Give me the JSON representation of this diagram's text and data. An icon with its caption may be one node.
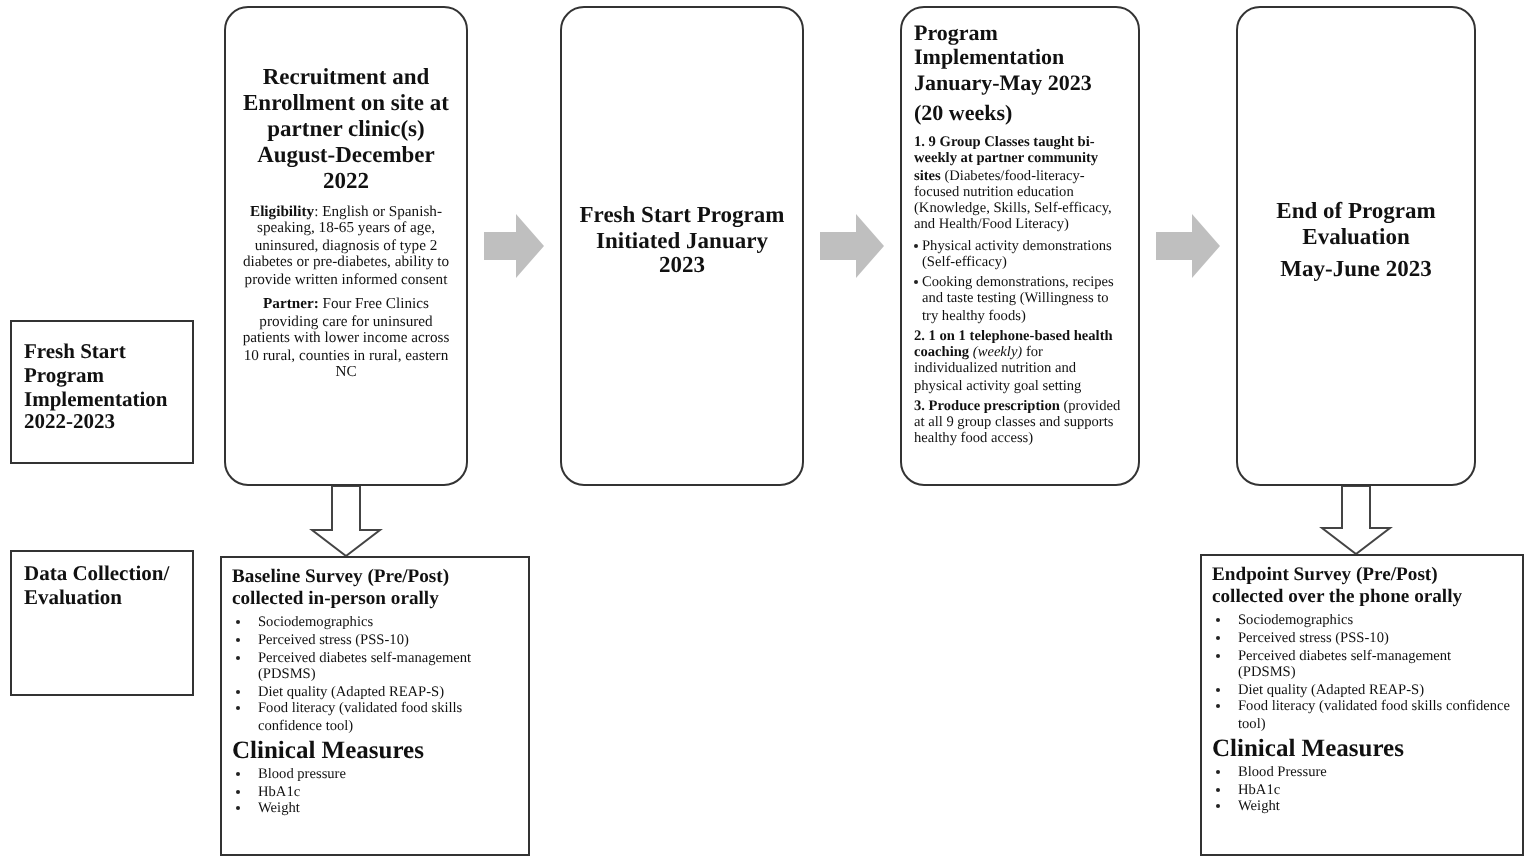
{
  "diagram": {
    "nodes": [
      {
        "text": [
          "Fresh Start Program Implementation 2022-2023"
        ]
      },
      {
        "text": [
          "Recruitment and Enrollment on site at partner clinic(s) August-December 2022",
          "**Eligibility**: English or Spanish-speaking, 18-65 years of age, uninsured, diagnosis of type 2 diabetes or pre-diabetes, ability to provide written informed consent",
          "**Partner:** Four Free Clinics providing care for uninsured patients with lower income across 10 rural, counties in rural, eastern NC"
        ]
      },
      {
        "text": [
          "Fresh Start Program Initiated January 2023"
        ]
      },
      {
        "text": [
          "Program Implementation January-May 2023",
          "(20 weeks)",
          "**1.  9 Group Classes taught bi-weekly at partner community sites** (Diabetes/food-literacy-focused nutrition education (Knowledge, Skills, Self-efficacy, and Health/Food Literacy)",
          "Physical activity demonstrations (Self-efficacy)",
          "Cooking demonstrations, recipes and taste testing (Willingness to try healthy foods)",
          "**2. 1 on 1 telephone-based health coaching** *(weekly)* for individualized nutrition and physical activity goal setting",
          "**3. Produce prescription** (provided at all 9 group classes and supports healthy food access)"
        ]
      },
      {
        "text": [
          "End of Program Evaluation",
          "May-June 2023"
        ]
      },
      {
        "text": [
          "Data Collection/ Evaluation"
        ]
      },
      {
        "text": [
          "Baseline Survey (Pre/Post) collected in-person orally",
          "Sociodemographics",
          "Perceived stress (PSS-10)",
          "Perceived diabetes self-management (PDSMS)",
          "Diet quality (Adapted REAP-S)",
          "Food literacy (validated food skills confidence tool)",
          "Clinical Measures",
          "Blood pressure",
          "HbA1c",
          "Weight"
        ]
      },
      {
        "text": [
          "Endpoint Survey (Pre/Post) collected over the phone orally",
          "Sociodemographics",
          "Perceived stress (PSS-10)",
          "Perceived diabetes self-management (PDSMS)",
          "Diet quality (Adapted REAP-S)",
          "Food literacy (validated food skills confidence tool)",
          "Clinical Measures",
          "Blood Pressure",
          "HbA1c",
          "Weight"
        ]
      }
    ],
    "edges": [
      {
        "from": 1,
        "to": 2,
        "arrow": "to",
        "style": "thick",
        "color": "#bfbfbf"
      },
      {
        "from": 2,
        "to": 3,
        "arrow": "to",
        "style": "thick",
        "color": "#bfbfbf"
      },
      {
        "from": 3,
        "to": 4,
        "arrow": "to",
        "style": "thick",
        "color": "#bfbfbf"
      },
      {
        "from": 1,
        "to": 6,
        "arrow": "to"
      },
      {
        "from": 4,
        "to": 7,
        "arrow": "to"
      }
    ]
  }
}
